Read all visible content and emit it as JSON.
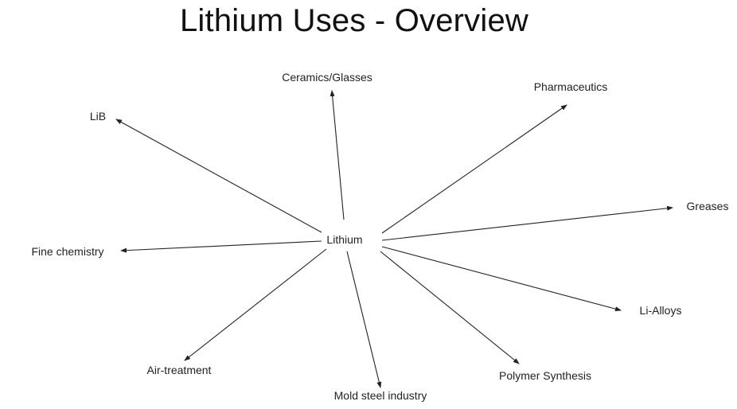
{
  "title": "Lithium Uses - Overview",
  "center": "Lithium",
  "uses": [
    "Ceramics/Glasses",
    "Pharmaceutics",
    "LiB",
    "Greases",
    "Fine chemistry",
    "Li-Alloys",
    "Air-treatment",
    "Polymer Synthesis",
    "Mold steel industry"
  ],
  "colors": {
    "text": "#222222",
    "background": "#ffffff"
  }
}
